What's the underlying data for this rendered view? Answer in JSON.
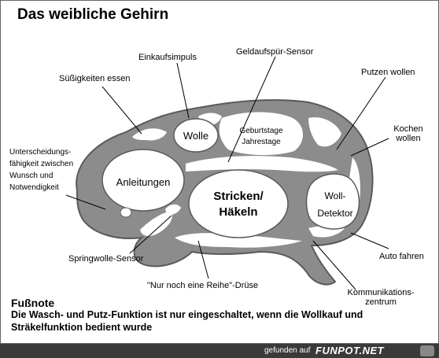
{
  "title": "Das weibliche Gehirn",
  "labels": {
    "einkaufsimpuls": "Einkaufsimpuls",
    "geldaufspuer": "Geldaufspür-Sensor",
    "suessigkeiten": "Süßigkeiten essen",
    "putzen": "Putzen wollen",
    "kochen_1": "Kochen",
    "kochen_2": "wollen",
    "unterscheidung_1": "Unterscheidungs-",
    "unterscheidung_2": "fähigkeit zwischen",
    "unterscheidung_3": "Wunsch und",
    "unterscheidung_4": "Notwendigkeit",
    "springwolle": "Springwolle-Sensor",
    "nur_noch": "\"Nur noch eine Reihe\"-Drüse",
    "auto_fahren": "Auto fahren",
    "kommunikation_1": "Kommunikations-",
    "kommunikation_2": "zentrum"
  },
  "regions": {
    "wolle": "Wolle",
    "anleitungen": "Anleitungen",
    "stricken_1": "Stricken/",
    "stricken_2": "Häkeln",
    "geburtstage_1": "Geburtstage",
    "geburtstage_2": "Jahrestage",
    "woll_1": "Woll-",
    "woll_2": "Detektor"
  },
  "footnote": {
    "heading": "Fußnote",
    "text": "Die Wasch- und Putz-Funktion ist nur eingeschaltet, wenn die Wollkauf und Sträkelfunktion bedient wurde"
  },
  "footer": {
    "credit": "gefunden auf",
    "brand": "FUNPOT.NET"
  },
  "colors": {
    "brain": "#8c8c8c",
    "brain_outline": "#5a5a5a",
    "region_fill": "#ffffff"
  }
}
